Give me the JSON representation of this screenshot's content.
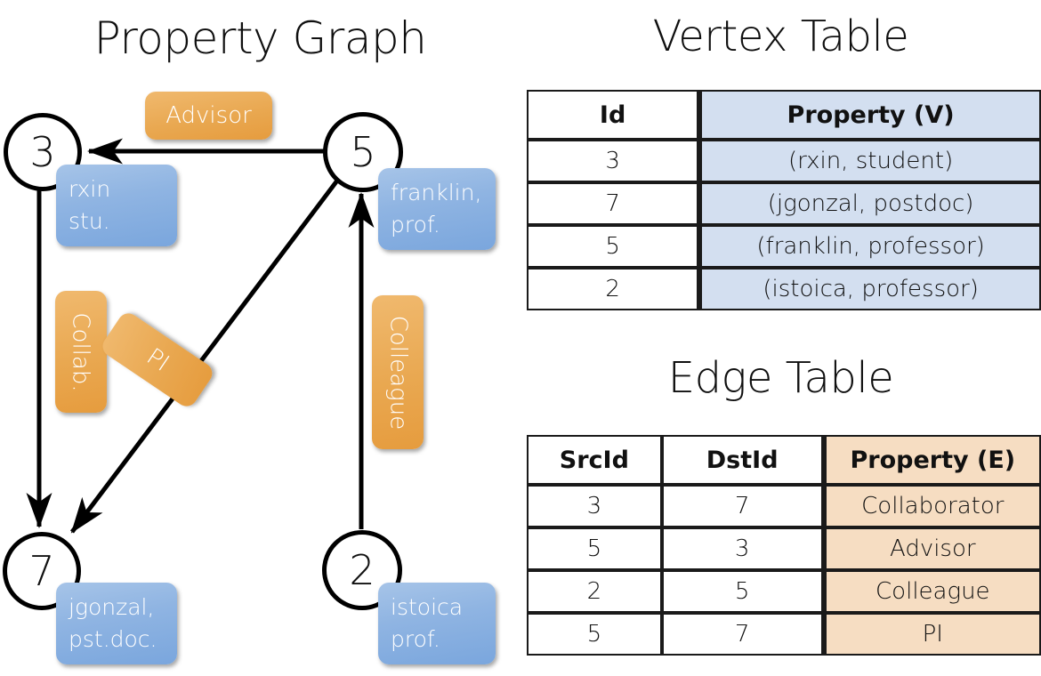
{
  "titles": {
    "property_graph": "Property Graph",
    "vertex_table": "Vertex Table",
    "edge_table": "Edge Table"
  },
  "graph": {
    "vertices": [
      {
        "id": "3",
        "property_label": "rxin\nstu."
      },
      {
        "id": "5",
        "property_label": "franklin,\nprof."
      },
      {
        "id": "7",
        "property_label": "jgonzal,\npst.doc."
      },
      {
        "id": "2",
        "property_label": "istoica\nprof."
      }
    ],
    "vertex_ids": {
      "v3": "3",
      "v5": "5",
      "v7": "7",
      "v2": "2"
    },
    "vertex_props": {
      "v3_line1": "rxin",
      "v3_line2": "stu.",
      "v5_line1": "franklin,",
      "v5_line2": "prof.",
      "v7_line1": "jgonzal,",
      "v7_line2": "pst.doc.",
      "v2_line1": "istoica",
      "v2_line2": "prof."
    },
    "edge_labels": {
      "advisor": "Advisor",
      "collab": "Collab.",
      "pi": "PI",
      "colleague": "Colleague"
    },
    "edges": [
      {
        "from": "5",
        "to": "3",
        "label": "Advisor"
      },
      {
        "from": "3",
        "to": "7",
        "label": "Collab."
      },
      {
        "from": "5",
        "to": "7",
        "label": "PI"
      },
      {
        "from": "2",
        "to": "5",
        "label": "Colleague"
      }
    ]
  },
  "vertex_table": {
    "headers": [
      "Id",
      "Property (V)"
    ],
    "rows": [
      {
        "id": "3",
        "property": "(rxin, student)"
      },
      {
        "id": "7",
        "property": "(jgonzal, postdoc)"
      },
      {
        "id": "5",
        "property": "(franklin, professor)"
      },
      {
        "id": "2",
        "property": "(istoica, professor)"
      }
    ]
  },
  "edge_table": {
    "headers": [
      "SrcId",
      "DstId",
      "Property (E)"
    ],
    "rows": [
      {
        "src": "3",
        "dst": "7",
        "property": "Collaborator"
      },
      {
        "src": "5",
        "dst": "3",
        "property": "Advisor"
      },
      {
        "src": "2",
        "dst": "5",
        "property": "Colleague"
      },
      {
        "src": "5",
        "dst": "7",
        "property": "PI"
      }
    ]
  },
  "colors": {
    "vertex_property_box": "#8fb4e2",
    "edge_label_box": "#e9a851",
    "vertex_table_highlight": "#d3dff0",
    "edge_table_highlight": "#f6ddc2",
    "stroke": "#000000",
    "background": "#ffffff"
  }
}
